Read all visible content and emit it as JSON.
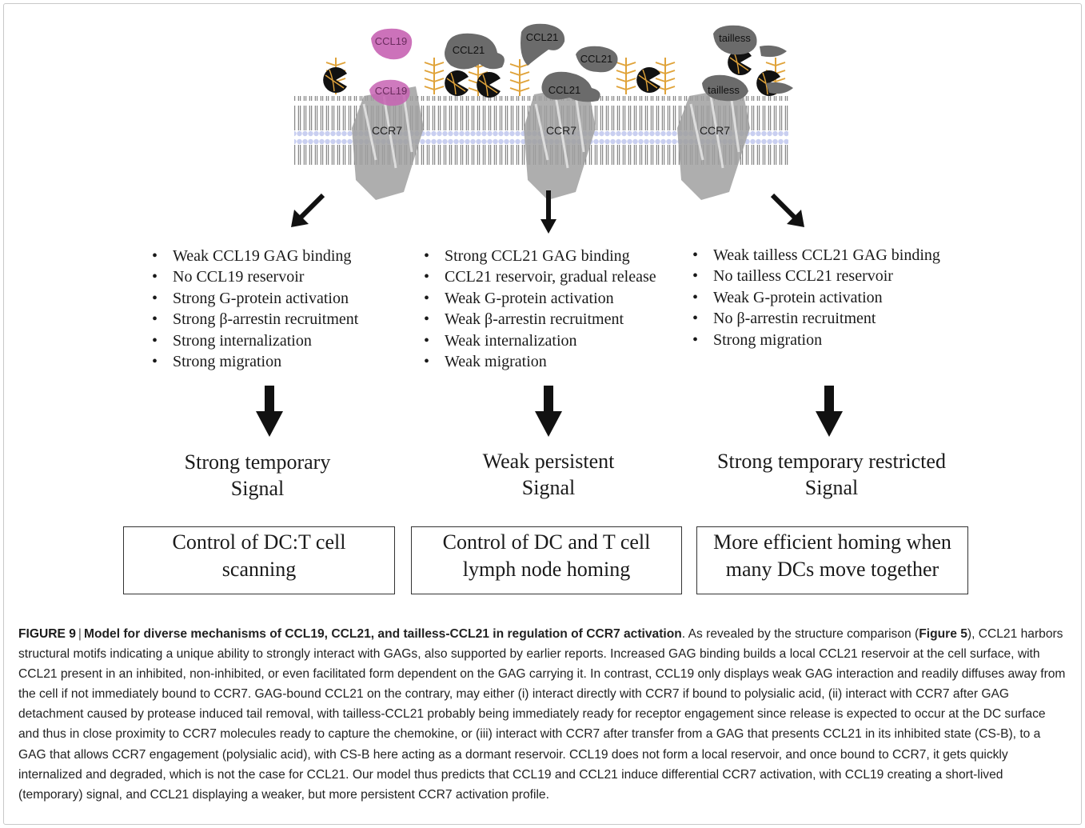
{
  "diagram": {
    "labels": {
      "ccl19_free": "CCL19",
      "ccl19_bound": "CCL19",
      "ccl21_a": "CCL21",
      "ccl21_b": "CCL21",
      "ccl21_c": "CCL21",
      "ccl21_bound": "CCL21",
      "tailless_a": "tailless",
      "tailless_bound": "tailless",
      "receptor_1": "CCR7",
      "receptor_2": "CCR7",
      "receptor_3": "CCR7"
    },
    "columns": [
      {
        "bullets": [
          "Weak CCL19 GAG binding",
          "No CCL19 reservoir",
          "Strong G-protein activation",
          "Strong β-arrestin recruitment",
          "Strong internalization",
          "Strong migration"
        ],
        "signal": [
          "Strong temporary",
          "Signal"
        ],
        "outcome": [
          "Control of DC:T cell",
          "scanning"
        ]
      },
      {
        "bullets": [
          "Strong CCL21 GAG binding",
          "CCL21 reservoir, gradual release",
          "Weak G-protein activation",
          "Weak β-arrestin recruitment",
          "Weak internalization",
          "Weak migration"
        ],
        "signal": [
          "Weak persistent",
          "Signal"
        ],
        "outcome": [
          "Control of DC and T cell",
          "lymph node homing"
        ]
      },
      {
        "bullets": [
          "Weak tailless CCL21 GAG binding",
          "No tailless CCL21 reservoir",
          "Weak G-protein activation",
          "No β-arrestin recruitment",
          "Strong migration"
        ],
        "signal": [
          "Strong temporary restricted",
          "Signal"
        ],
        "outcome": [
          "More efficient homing when",
          "many DCs move together"
        ]
      }
    ],
    "colors": {
      "ccl19": "#c763b3",
      "ccl21": "#6b6b6b",
      "gag_chain": "#e0a33a",
      "membrane_head": "#c9cff0",
      "membrane_tail": "#6a6a6a",
      "receptor": "#9a9a9a"
    }
  },
  "caption": {
    "label": "FIGURE 9",
    "separator": "|",
    "title": "Model for diverse mechanisms of CCL19, CCL21, and tailless-CCL21 in regulation of CCR7 activation",
    "body_1": ". As revealed by the structure comparison (",
    "figure_ref": "Figure 5",
    "body_2": "), CCL21 harbors structural motifs indicating a unique ability to strongly interact with GAGs, also supported by earlier reports. Increased GAG binding builds a local CCL21 reservoir at the cell surface, with CCL21 present in an inhibited, non-inhibited, or even facilitated form dependent on the GAG carrying it. In contrast, CCL19 only displays weak GAG interaction and readily diffuses away from the cell if not immediately bound to CCR7. GAG-bound CCL21 on the contrary, may either (i) interact directly with CCR7 if bound to polysialic acid, (ii) interact with CCR7 after GAG detachment caused by protease induced tail removal, with tailless-CCL21 probably being immediately ready for receptor engagement since release is expected to occur at the DC surface and thus in close proximity to CCR7 molecules ready to capture the chemokine, or (iii) interact with CCR7 after transfer from a GAG that presents CCL21 in its inhibited state (CS-B), to a GAG that allows CCR7 engagement (polysialic acid), with CS-B here acting as a dormant reservoir. CCL19 does not form a local reservoir, and once bound to CCR7, it gets quickly internalized and degraded, which is not the case for CCL21. Our model thus predicts that CCL19 and CCL21 induce differential CCR7 activation, with CCL19 creating a short-lived (temporary) signal, and CCL21 displaying a weaker, but more persistent CCR7 activation profile."
  }
}
